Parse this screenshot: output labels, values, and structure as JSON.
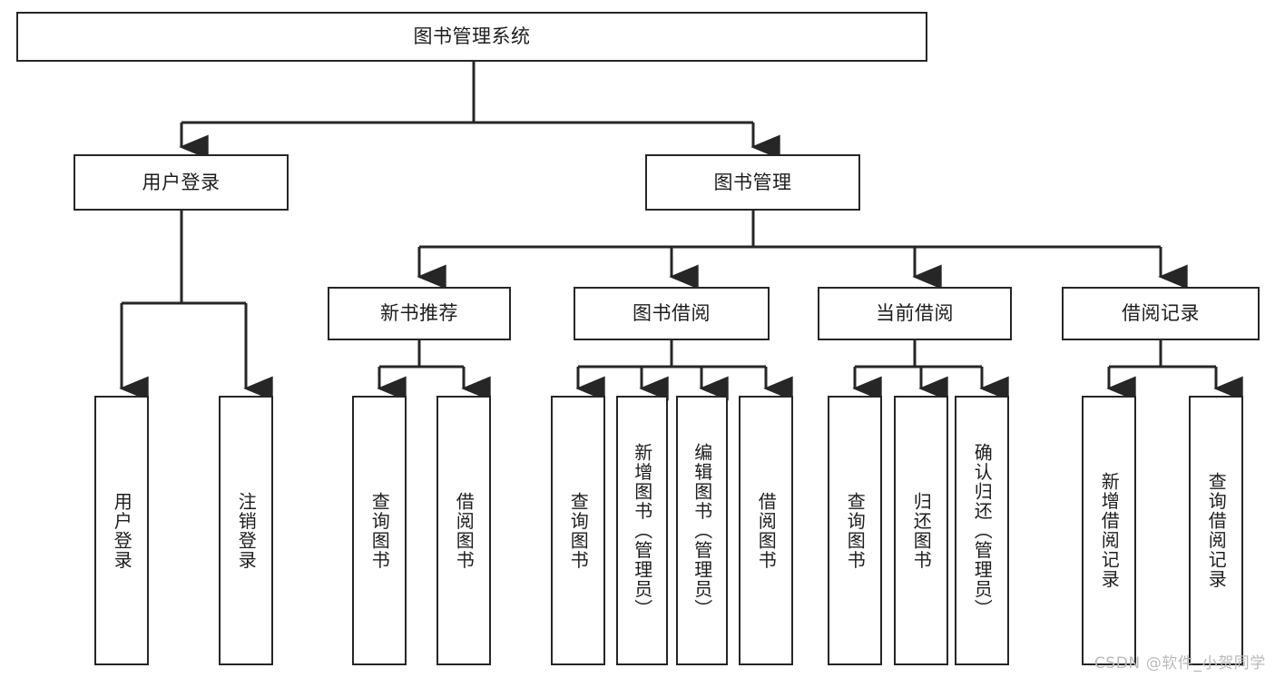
{
  "diagram": {
    "title": "图书管理系统",
    "type": "tree",
    "background": "#ffffff",
    "line_color": "#262626",
    "box_border_color": "#262626",
    "box_fill": "#ffffff",
    "text_color": "#1d1d1d"
  },
  "nodes": {
    "root": {
      "label": "图书管理系统"
    },
    "level2": [
      {
        "label": "用户登录"
      },
      {
        "label": "图书管理"
      }
    ],
    "level3": [
      {
        "label": "新书推荐"
      },
      {
        "label": "图书借阅"
      },
      {
        "label": "当前借阅"
      },
      {
        "label": "借阅记录"
      }
    ],
    "leaves": {
      "user_login": [
        {
          "label": "用户登录"
        },
        {
          "label": "注销登录"
        }
      ],
      "new_book_recommend": [
        {
          "label": "查询图书"
        },
        {
          "label": "借阅图书"
        }
      ],
      "book_borrow": [
        {
          "label": "查询图书"
        },
        {
          "label": "新增图书（管理员）"
        },
        {
          "label": "编辑图书（管理员）"
        },
        {
          "label": "借阅图书"
        }
      ],
      "current_borrow": [
        {
          "label": "查询图书"
        },
        {
          "label": "归还图书"
        },
        {
          "label": "确认归还（管理员）"
        }
      ],
      "borrow_record": [
        {
          "label": "新增借阅记录"
        },
        {
          "label": "查询借阅记录"
        }
      ]
    }
  },
  "watermark": {
    "text": "CSDN @软件_小贺同学"
  }
}
